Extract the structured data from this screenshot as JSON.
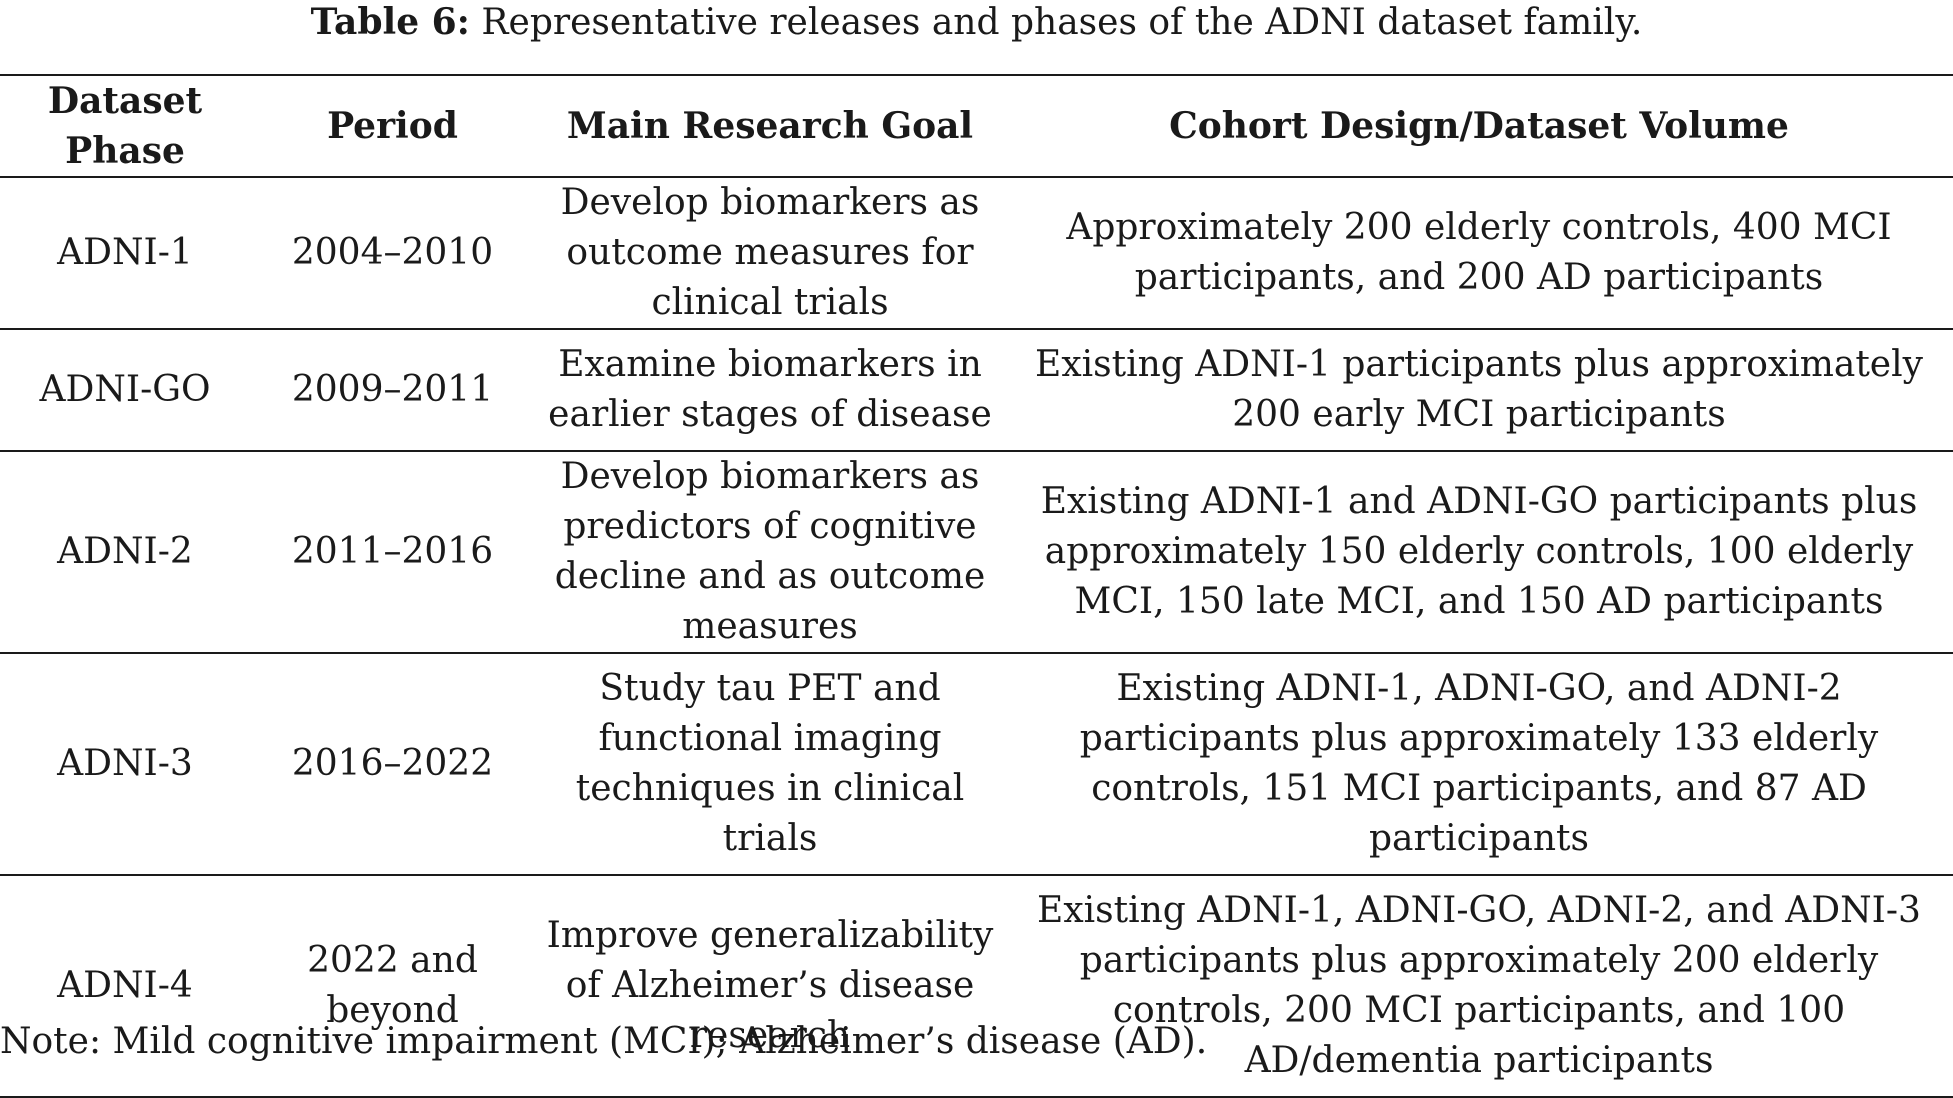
{
  "caption": {
    "label": "Table 6:",
    "text": "Representative releases and phases of the ADNI dataset family."
  },
  "table": {
    "headers": [
      "Dataset Phase",
      "Period",
      "Main Research Goal",
      "Cohort Design/Dataset Volume"
    ],
    "rows": [
      {
        "phase": "ADNI-1",
        "period": "2004–2010",
        "goal": "Develop biomarkers as outcome measures for clinical trials",
        "cohort": "Approximately 200 elderly controls, 400 MCI participants, and 200 AD participants"
      },
      {
        "phase": "ADNI-GO",
        "period": "2009–2011",
        "goal": "Examine biomarkers in earlier stages of disease",
        "cohort": "Existing ADNI-1 participants plus approximately 200 early MCI participants"
      },
      {
        "phase": "ADNI-2",
        "period": "2011–2016",
        "goal": "Develop biomarkers as predictors of cognitive decline and as outcome measures",
        "cohort": "Existing ADNI-1 and ADNI-GO participants plus approximately 150 elderly controls, 100 elderly MCI, 150 late MCI, and 150 AD participants"
      },
      {
        "phase": "ADNI-3",
        "period": "2016–2022",
        "goal": "Study tau PET and functional imaging techniques in clinical trials",
        "cohort": "Existing ADNI-1, ADNI-GO, and ADNI-2 participants plus approximately 133 elderly controls, 151 MCI participants, and 87 AD participants"
      },
      {
        "phase": "ADNI-4",
        "period": "2022 and beyond",
        "goal": "Improve generalizability of Alzheimer’s disease research",
        "cohort": "Existing ADNI-1, ADNI-GO, ADNI-2, and ADNI-3 participants plus approximately 200 elderly controls, 200 MCI participants, and 100 AD/dementia participants"
      }
    ]
  },
  "note": "Note: Mild cognitive impairment (MCI); Alzheimer’s disease (AD)."
}
